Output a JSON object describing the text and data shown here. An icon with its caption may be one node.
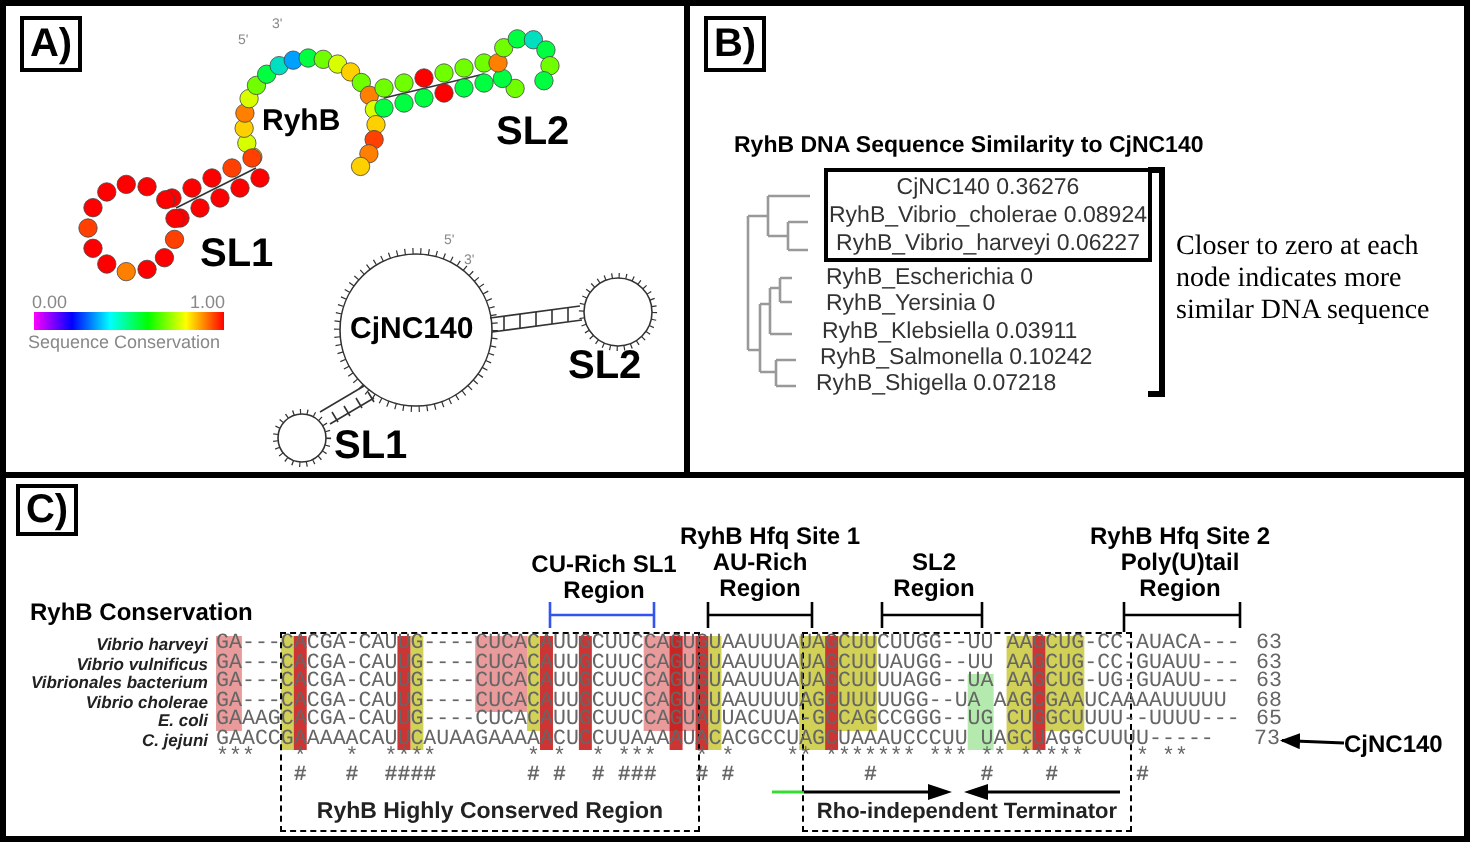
{
  "diagram": {
    "nodes": [
      {
        "text": [],
        "shape": "box"
      },
      {
        "text": [
          "A)"
        ],
        "in": 0
      },
      {
        "text": [],
        "shape": "box"
      },
      {
        "text": [
          "B)"
        ],
        "in": 2
      },
      {
        "text": [
          "CjNC140 0.36276",
          "RyhB_Vibrio_cholerae 0.08924",
          "RyhB_Vibrio_harveyi 0.06227"
        ],
        "in": 2
      },
      {
        "text": [],
        "shape": "box"
      },
      {
        "text": [
          "C)"
        ],
        "in": 5
      },
      {
        "text": [
          "RyhB Highly Conserved Region"
        ],
        "in": 5
      },
      {
        "text": [
          "Rho-independent Terminator"
        ],
        "in": 5
      },
      {
        "text": [
          "CjNC140"
        ],
        "in": 5
      },
      {
        "text": [
          "73"
        ],
        "in": 5
      }
    ],
    "edges": [
      {
        "from": 9,
        "to": 10,
        "arrow": "to"
      }
    ],
    "labels": [
      "5'",
      "3'",
      "RyhB",
      "SL2",
      "SL1",
      "0.00",
      "1.00",
      "Sequence Conservation",
      "5'",
      "3'",
      "CjNC140",
      "SL2",
      "SL1",
      "RyhB DNA Sequence Similarity to CjNC140",
      "RyhB_Escherichia 0",
      "RyhB_Yersinia 0",
      "RyhB_Klebsiella 0.03911",
      "RyhB_Salmonella 0.10242",
      "RyhB_Shigella 0.07218",
      "Closer to zero at each node indicates more similar DNA sequence",
      "RyhB Conservation",
      "CU-Rich SL1",
      "Region",
      "RyhB Hfq Site 1",
      "AU-Rich",
      "Region",
      "SL2",
      "Region",
      "RyhB Hfq Site 2",
      "Poly(U)tail",
      "Region",
      "Vibrio harveyi",
      "GA---CACGA-CAUUG----CUCACAUUGCUUCCAGUGUAAUUUAUAGCUUCUUGG--UU AAGCUG-CC-AUACA---",
      "63",
      "Vibrio vulnificus",
      "GA---CACGA-CAUUG----CUCACAUUGCUUCCAGUGUAAUUUAUAGCUUUAUGG--UU AAGCUG-CC-GUAUU---",
      "63",
      "Vibrionales bacterium",
      "GA---CACGA-CAUUG----CUCACAUUGCUUCCAGUGUAAUUUAUAGCUUUUAGG--UA AAGCUG-UG-GUAUU---",
      "63",
      "Vibrio cholerae",
      "GA---CACGA-CAUUG----CUCACAUUGCUUCCAGUGUAAUUUUAGCUUUUUGG--UA AAGCGAAUCAAAAUUUUU",
      "68",
      "E. coli",
      "GAAAGCACGA-CAUUG----CUCACAUUGCUUCCAGUAUUACUUA-GCCAGCCGGG--UG CUGGCUUUU--UUUU---",
      "65",
      "C. jejuni",
      "GAACCGAAAAACAUUCAUAAGAAAAACUCCUUAAAAUACACGCCUAGCUAAAUCCCUU UAGCUAGGCUUUU-----",
      "***   *   *  ****       * *  * ***   * *    ** ******* *** ** *****    * **",
      "      #   #  ####       # #  # ###   # #          #        #    #      #"
    ]
  }
}
